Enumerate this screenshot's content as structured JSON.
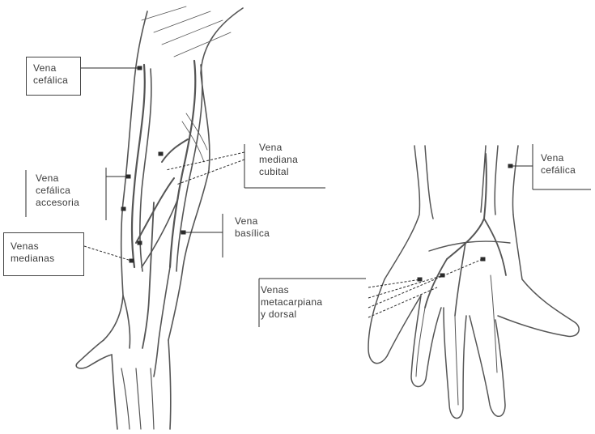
{
  "labels": {
    "vena_cefalica": [
      "Vena",
      "cefálica"
    ],
    "vena_cefalica_accesoria": [
      "Vena",
      "cefálica",
      "accesoria"
    ],
    "venas_medianas": [
      "Venas",
      "medianas"
    ],
    "vena_mediana_cubital": [
      "Vena",
      "mediana",
      "cubital"
    ],
    "vena_basilica": [
      "Vena",
      "basílica"
    ],
    "venas_metacarpiana_dorsal": [
      "Venas",
      "metacarpiana",
      "y dorsal"
    ],
    "vena_cefalica_hand": [
      "Vena",
      "cefálica"
    ]
  },
  "colors": {
    "line": "#2b2b2b",
    "vein": "#555555",
    "text": "#3a3a3a"
  }
}
